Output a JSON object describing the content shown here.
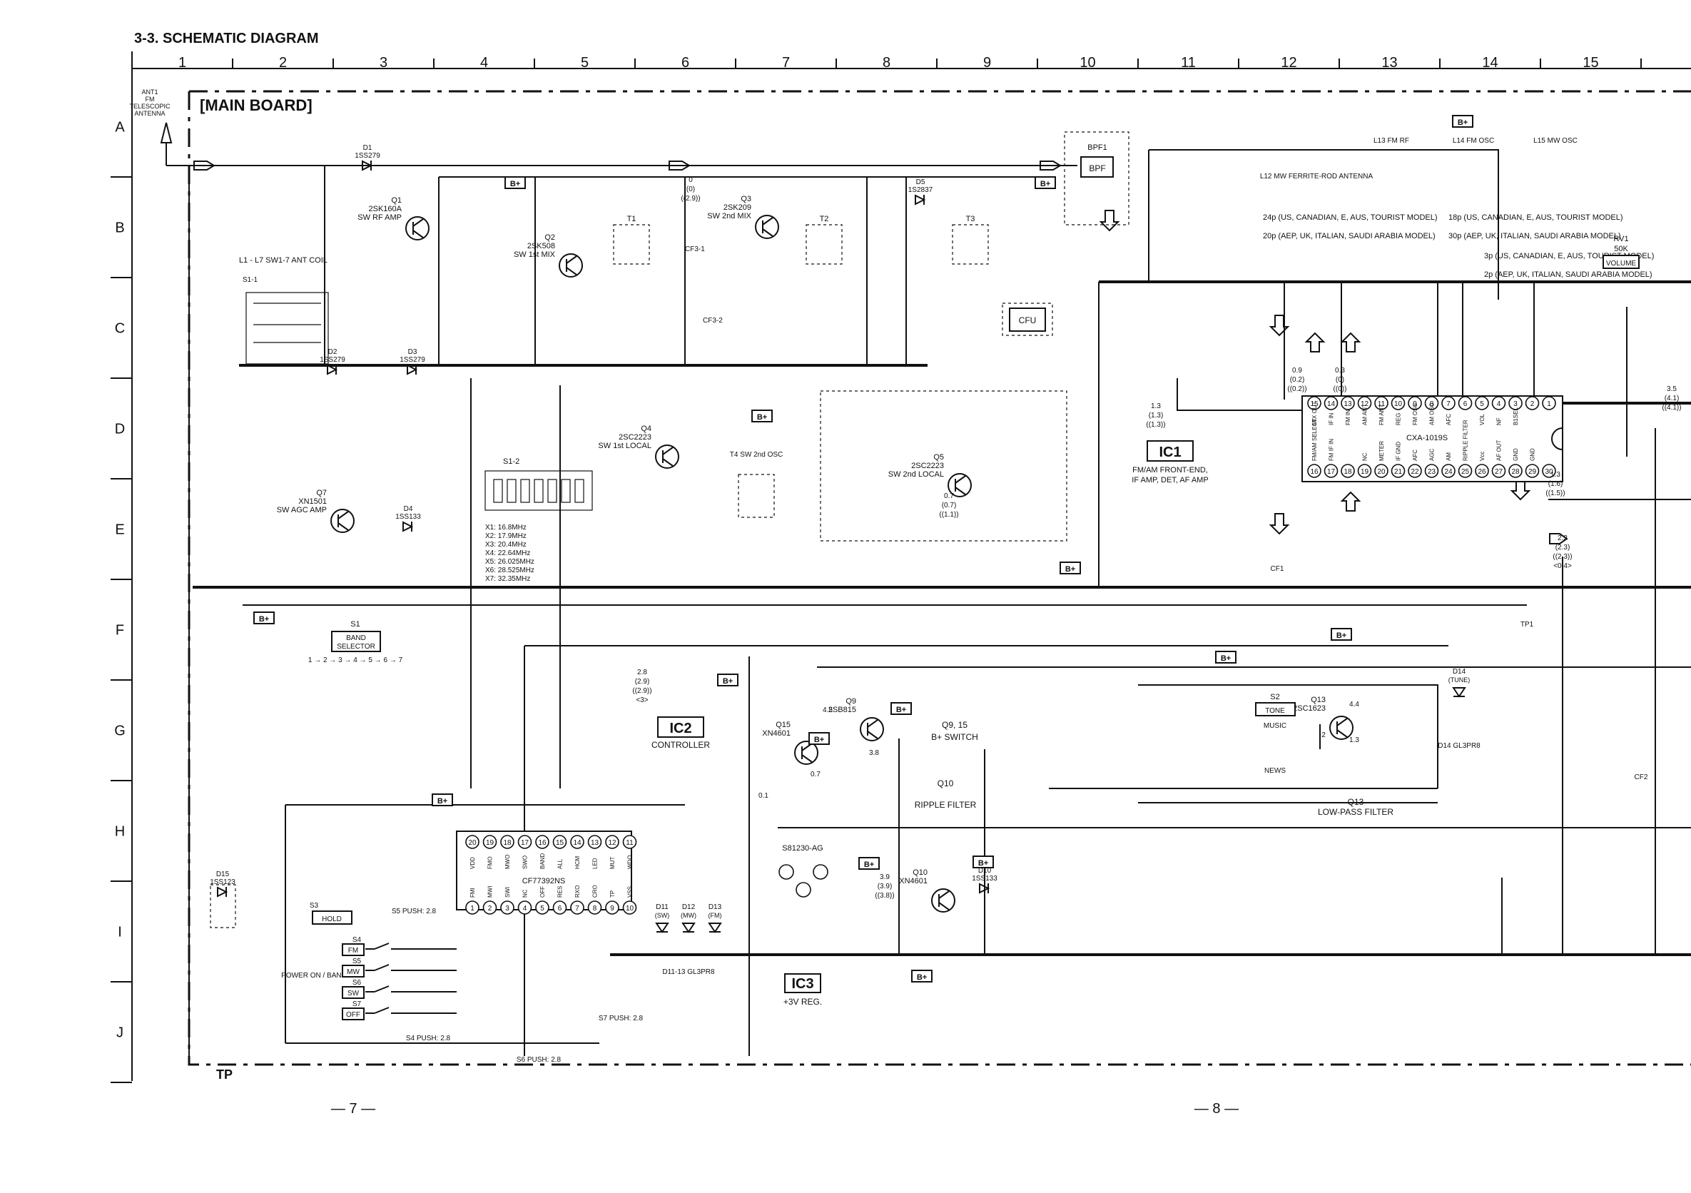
{
  "header": {
    "section_title": "3-3. SCHEMATIC DIAGRAM",
    "board_title": "[MAIN BOARD]"
  },
  "grid": {
    "columns": [
      "1",
      "2",
      "3",
      "4",
      "5",
      "6",
      "7",
      "8",
      "9",
      "10",
      "11",
      "12",
      "13",
      "14",
      "15"
    ],
    "rows": [
      "A",
      "B",
      "C",
      "D",
      "E",
      "F",
      "G",
      "H",
      "I",
      "J"
    ]
  },
  "footer": {
    "tp_label": "TP",
    "page_left": "— 7 —",
    "page_right": "— 8 —"
  },
  "antenna": {
    "lines": [
      "ANT1",
      "FM",
      "TELESCOPIC",
      "ANTENNA"
    ]
  },
  "blocks": {
    "ic1": {
      "id": "IC1",
      "desc1": "FM/AM FRONT-END,",
      "desc2": "IF AMP, DET, AF AMP",
      "part": "CXA-1019S"
    },
    "ic2": {
      "id": "IC2",
      "desc1": "CONTROLLER",
      "part": "CF77392NS"
    },
    "ic3": {
      "id": "IC3",
      "desc1": "+3V REG.",
      "part": "S81230-AG"
    },
    "bpf1": {
      "ref": "BPF1",
      "label": "BPF"
    },
    "cfu": {
      "label": "CFU"
    },
    "s1": {
      "ref": "S1",
      "label1": "BAND",
      "label2": "SELECTOR",
      "sequence": "1 → 2 → 3 → 4 → 5 → 6 → 7"
    },
    "s2": {
      "ref": "S2",
      "label": "TONE",
      "music": "MUSIC",
      "news": "NEWS"
    },
    "s3": {
      "ref": "S3",
      "label": "HOLD"
    },
    "rv1": {
      "ref": "RV1",
      "value": "50K",
      "label": "VOLUME"
    },
    "power_on_band": "POWER ON / BAND"
  },
  "transistors": [
    {
      "ref": "Q1",
      "part": "2SK160A",
      "role": "SW RF AMP"
    },
    {
      "ref": "Q2",
      "part": "2SK508",
      "role": "SW 1st MIX"
    },
    {
      "ref": "Q3",
      "part": "2SK209",
      "role": "SW 2nd MIX"
    },
    {
      "ref": "Q4",
      "part": "2SC2223",
      "role": "SW 1st LOCAL"
    },
    {
      "ref": "Q5",
      "part": "2SC2223",
      "role": "SW 2nd LOCAL"
    },
    {
      "ref": "Q7",
      "part": "XN1501",
      "role": "SW AGC AMP"
    },
    {
      "ref": "Q9",
      "part": "2SB815",
      "role": ""
    },
    {
      "ref": "Q10",
      "part": "XN4601",
      "role": ""
    },
    {
      "ref": "Q13",
      "part": "2SC1623",
      "role": ""
    },
    {
      "ref": "Q15",
      "part": "XN4601",
      "role": ""
    }
  ],
  "functions": {
    "q9_q15": "Q9, 15",
    "bplus_switch": "B+ SWITCH",
    "q10": "Q10",
    "ripple_filter": "RIPPLE FILTER",
    "q13": "Q13",
    "low_pass_filter": "LOW-PASS FILTER",
    "ant_coil": "L1 - L7  SW1-7 ANT COIL",
    "ferrite": "L12 MW FERRITE-ROD ANTENNA",
    "l13": "L13 FM RF",
    "l14": "L14 FM OSC",
    "l15": "L15 MW OSC",
    "t4": "T4 SW 2nd OSC"
  },
  "crystals": [
    "X1: 16.8MHz",
    "X2: 17.9MHz",
    "X3: 20.4MHz",
    "X4: 22.64MHz",
    "X5: 26.025MHz",
    "X6: 28.525MHz",
    "X7: 32.35MHz"
  ],
  "model_notes": [
    "24p (US, CANADIAN, E, AUS, TOURIST MODEL)",
    "20p (AEP, UK, ITALIAN, SAUDI ARABIA MODEL)",
    "18p (US, CANADIAN, E, AUS, TOURIST MODEL)",
    "30p (AEP, UK, ITALIAN, SAUDI ARABIA MODEL)",
    "3p (US, CANADIAN, E, AUS, TOURIST MODEL)",
    "2p (AEP, UK, ITALIAN, SAUDI ARABIA MODEL)"
  ],
  "ic1_pins_top": [
    "15",
    "14",
    "13",
    "12",
    "11",
    "10",
    "9",
    "8",
    "7",
    "6",
    "5",
    "4",
    "3",
    "2",
    "1"
  ],
  "ic1_pins_bottom": [
    "16",
    "17",
    "18",
    "19",
    "20",
    "21",
    "22",
    "23",
    "24",
    "25",
    "26",
    "27",
    "28",
    "29",
    "30"
  ],
  "ic1_pin_names_top": [
    "MIX OUT",
    "IF IN",
    "FM IN",
    "AM ANT",
    "FM ANT",
    "REG",
    "FM OSC",
    "AM OSC",
    "AFC",
    "",
    "VOL",
    "NF",
    "B1SEL",
    "",
    ""
  ],
  "ic1_pin_names_bottom": [
    "FM/AM SELECT",
    "FM IF IN",
    "",
    "NC",
    "METER",
    "IF GND",
    "AFC",
    "AGC",
    "AM",
    "RIPPLE FILTER",
    "Vcc",
    "AF OUT",
    "GND",
    "GND",
    ""
  ],
  "ic2_pins_top": [
    "20",
    "19",
    "18",
    "17",
    "16",
    "15",
    "14",
    "13",
    "12",
    "11"
  ],
  "ic2_pins_bottom": [
    "1",
    "2",
    "3",
    "4",
    "5",
    "6",
    "7",
    "8",
    "9",
    "10"
  ],
  "ic2_pin_names_top": [
    "VDD",
    "FMO",
    "MWO",
    "SWO",
    "BAND",
    "ALL",
    "HCM",
    "LED",
    "MUT",
    "WDO"
  ],
  "ic2_pin_names_bottom": [
    "FMI",
    "MWI",
    "SWI",
    "NC",
    "OFF",
    "RES",
    "RXO",
    "CRO",
    "TP",
    "VSS"
  ],
  "switches": [
    {
      "ref": "S4",
      "label": "FM"
    },
    {
      "ref": "S5",
      "label": "MW"
    },
    {
      "ref": "S6",
      "label": "SW"
    },
    {
      "ref": "S7",
      "label": "OFF"
    }
  ],
  "push_labels": [
    "S4 PUSH: 2.8",
    "S5 PUSH: 2.8",
    "S6 PUSH: 2.8",
    "S7 PUSH: 2.8"
  ],
  "leds": [
    {
      "ref": "D11",
      "label": "(SW)"
    },
    {
      "ref": "D12",
      "label": "(MW)"
    },
    {
      "ref": "D13",
      "label": "(FM)"
    },
    {
      "ref": "D14",
      "label": "(TUNE)"
    }
  ],
  "led_parts": [
    "D11-13 GL3PR8",
    "D14 GL3PR8"
  ],
  "diodes": [
    {
      "ref": "D1",
      "part": "1SS279"
    },
    {
      "ref": "D2",
      "part": "1SS279"
    },
    {
      "ref": "D3",
      "part": "1SS279"
    },
    {
      "ref": "D4",
      "part": "1SS133"
    },
    {
      "ref": "D5",
      "part": "1S2837"
    },
    {
      "ref": "D10",
      "part": "1SS133"
    },
    {
      "ref": "D15",
      "part": "1SS123"
    }
  ],
  "misc_labels": {
    "bplus": "B+",
    "s1_2": "S1-2",
    "s1_1": "S1-1",
    "t1": "T1",
    "t2": "T2",
    "t3": "T3",
    "cf1": "CF1",
    "cf2": "CF2",
    "tp1": "TP1",
    "cf3_1": "CF3-1",
    "cf3_2": "CF3-2"
  },
  "voltages": {
    "v1": "0",
    "v2": "(0)",
    "v3": "((2.9))",
    "v4": "2.8",
    "v5": "(2.9)",
    "v6": "((2.9))",
    "v7": "<3>",
    "v8": "1.3",
    "v9": "(1.3)",
    "v10": "((1.3))",
    "v11": "3.5",
    "v12": "(4.1)",
    "v13": "((4.1))",
    "v14": "2.3",
    "v15": "(2.3)",
    "v16": "((2.3))",
    "v17": "<0.4>",
    "v18": "4.5",
    "v19": "3.8",
    "v20": "0.7",
    "v21": "3.9",
    "v22": "(3.9)",
    "v23": "((3.8))",
    "v24": "0.9",
    "v25": "(0.2)",
    "v26": "((0.2))",
    "v27": "0.3",
    "v28": "(0)",
    "v29": "((0))",
    "v30": "0.7",
    "v31": "(0.7)",
    "v32": "((1.1))",
    "v33": "1.3",
    "v34": "(1.6)",
    "v35": "((1.5))",
    "v36": "4.4",
    "v37": "1.3",
    "v38": "2",
    "v39": "0.1"
  }
}
